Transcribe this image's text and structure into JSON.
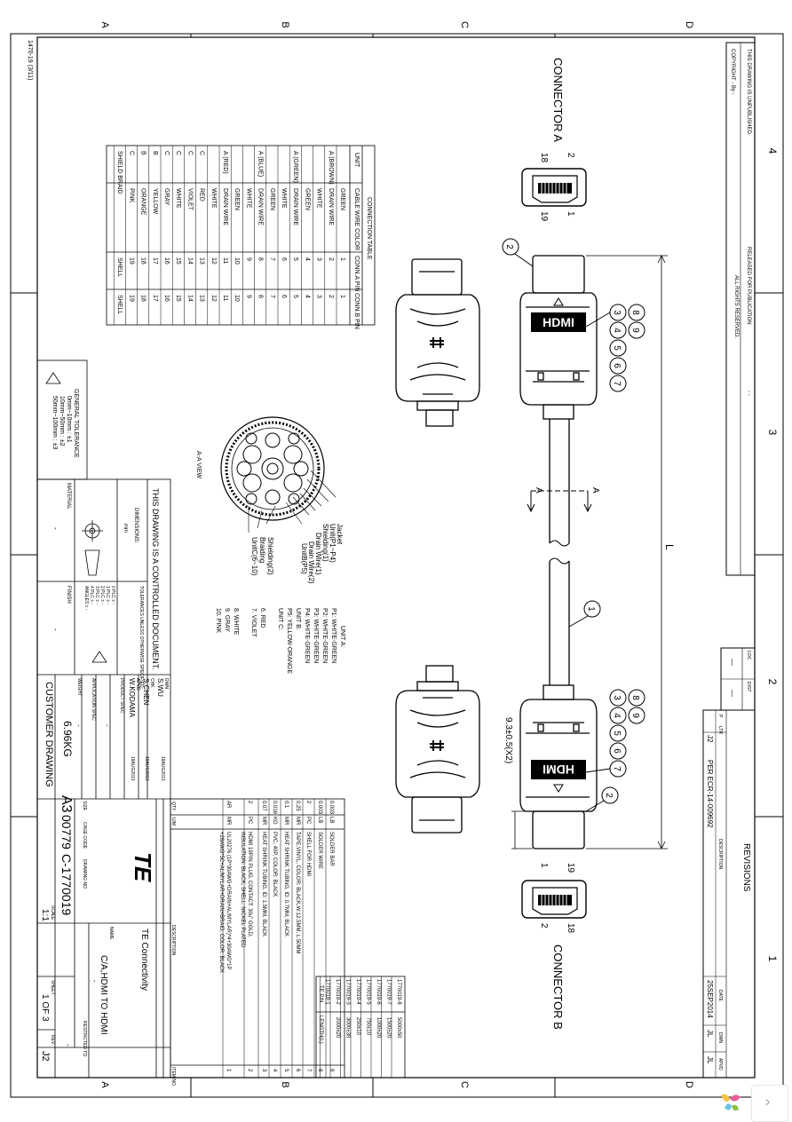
{
  "doc": {
    "form_no": "1470-19 (3/11)",
    "zone_cols": [
      "A",
      "B",
      "C",
      "D"
    ],
    "zone_rows": [
      "4",
      "3",
      "2",
      "1"
    ],
    "copyright": {
      "line1": "THIS DRAWING IS UNPUBLISHED.",
      "line2": "COPYRIGHT -    By -",
      "line3": "RELEASED FOR PUBLICATION",
      "line4": "ALL RIGHTS RESERVED.",
      "mark": "-   -"
    },
    "revisions": {
      "title": "REVISIONS",
      "headers": {
        "p": "P",
        "ltr": "LTR",
        "desc": "DESCRIPTION",
        "date": "DATE",
        "dwn": "DWN",
        "apvd": "APVD"
      },
      "dist": "DIST",
      "loc": "LOC",
      "dash": "—",
      "row": {
        "ltr": "J2",
        "desc": "PER ECR-14-009692",
        "date": "25SEP2014",
        "dwn": "JL",
        "apvd": "JL"
      }
    },
    "drawing": {
      "connector_a": "CONNECTOR A",
      "connector_b": "CONNECTOR B",
      "pin_a": {
        "tl": "2",
        "tr": "18",
        "bl": "1",
        "br": "19"
      },
      "pin_b": {
        "tl": "19",
        "tr": "1",
        "bl": "18",
        "br": "2"
      },
      "length_label": "L",
      "dim_label": "9.3±0.5(X2)",
      "section_mark": "A",
      "hdmi_text": "HDMI",
      "balloons": [
        "1",
        "2",
        "3",
        "4",
        "5",
        "6",
        "7",
        "8",
        "9"
      ],
      "section_view_label": "A-A VIEW",
      "callouts": [
        "Jacket",
        "Unit(P1~P4)",
        "Shielding(1)",
        "Drain Wire(1)",
        "Drain Wire(2)",
        "UnitB(P5)",
        "Shielding(2)",
        "Braiding",
        "UnitC(6~10)"
      ],
      "unit_legend": [
        "UNIT A:",
        "P1: WHITE-GREEN",
        "P2: WHITE-GREEN",
        "P3: WHITE-GREEN",
        "P4: WHITE-GREEN",
        "UNIT B:",
        "P5: YELLOW-ORANGE",
        "UNIT C:",
        "6. RED",
        "7. VIOLET",
        "8. WHITE",
        "9. GRAY",
        "10. PINK"
      ]
    },
    "connection_table": {
      "title": "CONNECTION TABLE",
      "headers": [
        "UNIT",
        "CABLE WIRE COLOR",
        "CONN.A PIN",
        "CONN.B PIN"
      ],
      "rows": [
        [
          "",
          "GREEN",
          "1",
          "1"
        ],
        [
          "A (BROWN)",
          "DRAIN WIRE",
          "2",
          "2"
        ],
        [
          "",
          "WHITE",
          "3",
          "3"
        ],
        [
          "",
          "GREEN",
          "4",
          "4"
        ],
        [
          "A (GREEN)",
          "DRAIN WIRE",
          "5",
          "5"
        ],
        [
          "",
          "WHITE",
          "6",
          "6"
        ],
        [
          "",
          "GREEN",
          "7",
          "7"
        ],
        [
          "A (BLUE)",
          "DRAIN WIRE",
          "8",
          "8"
        ],
        [
          "",
          "WHITE",
          "9",
          "9"
        ],
        [
          "",
          "GREEN",
          "10",
          "10"
        ],
        [
          "A (RED)",
          "DRAIN WIRE",
          "11",
          "11"
        ],
        [
          "",
          "WHITE",
          "12",
          "12"
        ],
        [
          "C",
          "RED",
          "13",
          "13"
        ],
        [
          "C",
          "VIOLET",
          "14",
          "14"
        ],
        [
          "C",
          "WHITE",
          "15",
          "15"
        ],
        [
          "C",
          "GRAY",
          "16",
          "16"
        ],
        [
          "B",
          "YELLOW",
          "17",
          "17"
        ],
        [
          "B",
          "ORANGE",
          "18",
          "18"
        ],
        [
          "C",
          "PINK",
          "19",
          "19"
        ],
        [
          "SHIELD BRAID",
          "",
          "SHELL",
          "SHELL"
        ]
      ]
    },
    "tolerance": {
      "title": "GENERAL TOLERANCE",
      "lines": [
        "0mm~10mm : ±1",
        "10mm~50mm : ±2",
        "50mm~100mm : ±3"
      ]
    },
    "title_block": {
      "controlled": "THIS DRAWING IS A CONTROLLED DOCUMENT.",
      "dimensions": "DIMENSIONS:",
      "units": "mm",
      "tolerances_title": "TOLERANCES UNLESS OTHERWISE SPECIFIED:",
      "tol_lines": [
        "0 PLC ±  -",
        "1 PLC ±  -",
        "2 PLC ±  -",
        "3 PLC ±  -",
        "4 PLC ±  -",
        "ANGLES ±  -"
      ],
      "material": "MATERIAL",
      "finish": "FINISH",
      "material_value": "-",
      "finish_value": "-",
      "dwn_label": "DWN",
      "dwn": "S.WU",
      "dwn_date": "18AUG2013",
      "chk_label": "CHK",
      "chk": "S.CHEN",
      "chk_date": "18AUG2013",
      "apvd_label": "APVD",
      "apvd": "W.KODAMA",
      "apvd_date": "18AUG2013",
      "product_spec": "PRODUCT SPEC",
      "application_spec": "APPLICATION SPEC",
      "spec_value": "-",
      "weight_label": "WEIGHT",
      "weight": "6.96KG",
      "customer_drawing": "CUSTOMER DRAWING",
      "company_logo": "TE",
      "company_name": "TE Connectivity",
      "name_label": "NAME",
      "name": "C/A,HDMI TO HDMI",
      "name_sub": "-",
      "size_label": "SIZE",
      "size": "A3",
      "cage_label": "CAGE CODE",
      "cage": "00779",
      "drawing_no_label": "DRAWING NO",
      "drawing_no": "C-1770019",
      "restricted_label": "RESTRICTED TO",
      "restricted": "-",
      "scale_label": "SCALE",
      "scale": "1:1",
      "sheet_label": "SHEET",
      "sheet": "1 OF 3",
      "rev_label": "REV",
      "rev": "J2"
    },
    "bom": {
      "headers": {
        "qty": "QTY",
        "um": "U/M",
        "desc": "DESCRIPTION",
        "item": "ITEM NO"
      },
      "rows": [
        {
          "qty": "0.003",
          "um": "LB",
          "desc": "SOLDER BAR",
          "item": "9"
        },
        {
          "qty": "0.003",
          "um": "LB",
          "desc": "SOLDER WIRE",
          "item": "8"
        },
        {
          "qty": "2",
          "um": "PC",
          "desc": "SHELL FOR HDMI",
          "item": "7"
        },
        {
          "qty": "0.25",
          "um": "MR",
          "desc": "TAPE,VINYL, COLOR: BLACK,W:12.5MM, L:50MM",
          "item": "6"
        },
        {
          "qty": "0.1",
          "um": "MR",
          "desc": "HEAT SHRINK TUBING, ID: 0.7MM, BLACK",
          "item": "5"
        },
        {
          "qty": "0.016",
          "um": "KG",
          "desc": "PVC, 40P, COLOR: BLACK",
          "item": "4"
        },
        {
          "qty": "0.07",
          "um": "MR",
          "desc": "HEAT SHRINK TUBING, ID: 1.5MM, BLACK",
          "item": "3"
        },
        {
          "qty": "2",
          "um": "PC",
          "desc": "HDMI 19PIN PLUG, CONTACT: 30u\" GOLD,",
          "desc2": "INSULATION: BLACK, SHELL: NICKEL PLATED",
          "item": "2"
        },
        {
          "qty": "AR",
          "um": "MR",
          "desc": "UL20276 (1P*30AWG+DRAIN+AL/MYLAR)*4+30AWG*1P",
          "desc2": "+28AWG*5C+AL/MYLAR+DRAIN+BRAID, COLOR: BLACK",
          "item": "1"
        }
      ]
    },
    "length_table": {
      "headers": {
        "pn": "TE P/N",
        "len": "LENGTH(L)"
      },
      "rows": [
        {
          "pn": "1770019-8",
          "len": "5000±50"
        },
        {
          "pn": "1770019-7",
          "len": "1500±20"
        },
        {
          "pn": "1770019-6",
          "len": "1000±20"
        },
        {
          "pn": "1770019-5",
          "len": "750±10"
        },
        {
          "pn": "1770019-4",
          "len": "250±10"
        },
        {
          "pn": "1770019-3",
          "len": "3000±30"
        },
        {
          "pn": "1770019-2",
          "len": "2000±20"
        },
        {
          "pn": "1770019-1",
          "len": ""
        }
      ]
    }
  },
  "viewer": {
    "next_label": "›"
  }
}
